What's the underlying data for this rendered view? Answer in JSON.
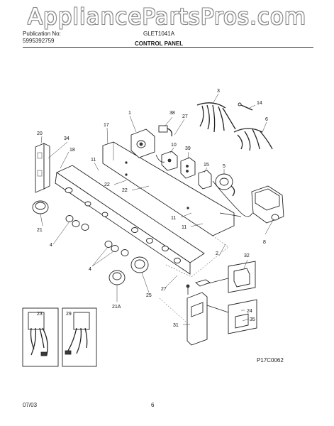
{
  "watermark": "AppliancePartsPros.com",
  "header": {
    "publication_label": "Publication No:",
    "publication_number": "5995392759",
    "model": "GLET1041A",
    "section_title": "CONTROL PANEL"
  },
  "footer": {
    "date": "07/03",
    "page_number": "6",
    "figure_code": "P17C0062"
  },
  "callouts": {
    "c1": "1",
    "c2": "2",
    "c3": "3",
    "c4a": "4",
    "c4b": "4",
    "c5": "5",
    "c6": "6",
    "c8": "8",
    "c10": "10",
    "c11a": "11",
    "c11b": "11",
    "c11c": "11",
    "c14": "14",
    "c15": "15",
    "c17": "17",
    "c18": "18",
    "c20": "20",
    "c21": "21",
    "c21a": "21A",
    "c22a": "22",
    "c22b": "22",
    "c23": "23",
    "c24": "24",
    "c25": "25",
    "c27a": "27",
    "c27b": "27",
    "c29": "29",
    "c31": "31",
    "c32": "32",
    "c34": "34",
    "c35": "35",
    "c38": "38",
    "c39": "39"
  }
}
